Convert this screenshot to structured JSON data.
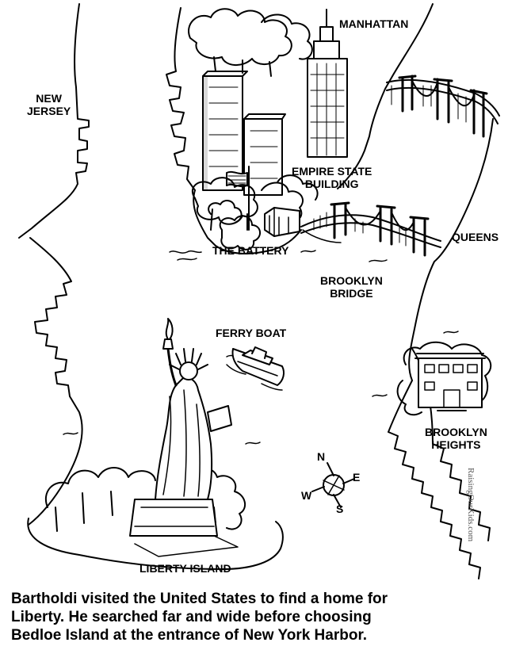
{
  "labels": {
    "manhattan": "MANHATTAN",
    "new_jersey": [
      "NEW",
      "JERSEY"
    ],
    "empire_state": [
      "EMPIRE STATE",
      "BUILDING"
    ],
    "the_battery": "THE BATTERY",
    "queens": "QUEENS",
    "brooklyn_bridge": [
      "BROOKLYN",
      "BRIDGE"
    ],
    "ferry_boat": "FERRY BOAT",
    "brooklyn_heights": [
      "BROOKLYN",
      "HEIGHTS"
    ],
    "liberty_island": "LIBERTY ISLAND"
  },
  "compass": {
    "n": "N",
    "e": "E",
    "s": "S",
    "w": "W"
  },
  "caption": [
    "Bartholdi visited the United States to find a home for",
    "Liberty. He searched far and wide before choosing",
    "Bedloe Island at the entrance of New York Harbor."
  ],
  "watermark": "RaisingOurKids.com",
  "colors": {
    "ink": "#000000",
    "paper": "#ffffff"
  }
}
